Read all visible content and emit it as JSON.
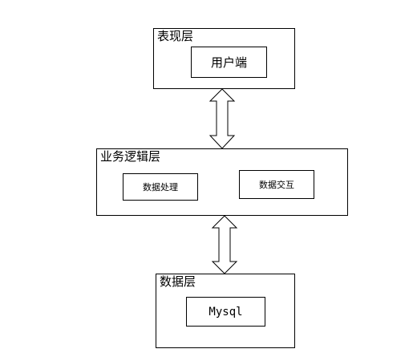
{
  "layers": {
    "presentation": {
      "label": "表现层",
      "client": "用户端"
    },
    "business": {
      "label": "业务逻辑层",
      "processing": "数据处理",
      "interaction": "数据交互"
    },
    "data": {
      "label": "数据层",
      "database": "Mysql"
    }
  }
}
